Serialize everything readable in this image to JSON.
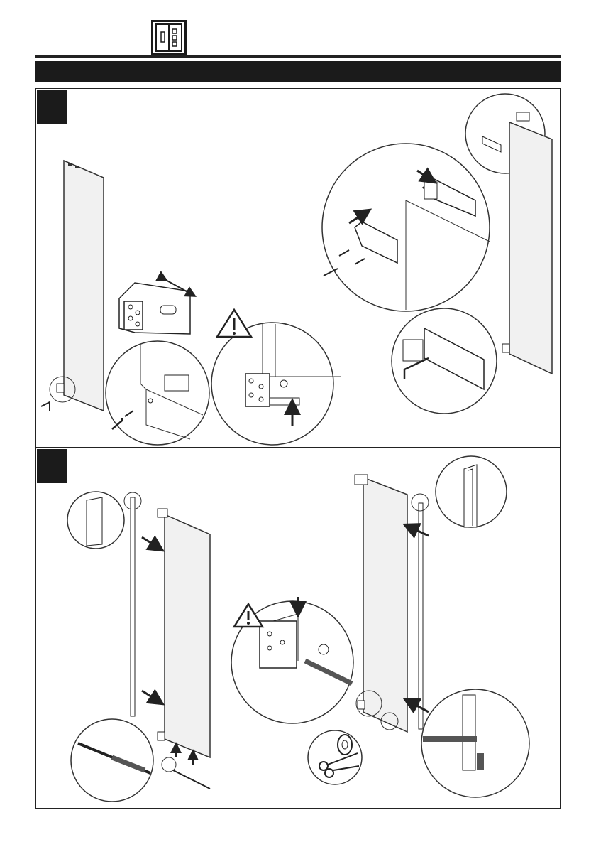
{
  "header": {
    "logo_icon": "shower-enclosure-icon",
    "bar_color": "#1b1b1b"
  },
  "steps": [
    {
      "number": "",
      "illustrations": [
        "glass-panel-with-bracket",
        "wall-bracket-detail",
        "bracket-adjust-arrows",
        "bracket-screw-detail",
        "warning-bottom-bracket-detail",
        "top-clamp-assembly-detail",
        "top-clamp-overview",
        "bottom-clamp-hex-key-detail",
        "glass-panel-installed"
      ]
    },
    {
      "number": "",
      "illustrations": [
        "seal-profile-detail",
        "seal-strip-attach",
        "bottom-seal-detail",
        "warning-seal-bracket-detail",
        "scissors-tape-icon",
        "panel-with-side-seal",
        "side-seal-profile-detail",
        "bottom-drip-seal-detail"
      ]
    }
  ],
  "icons": {
    "warning": "warning-icon",
    "hex_key": "hex-key-icon",
    "scissors": "scissors-icon"
  }
}
